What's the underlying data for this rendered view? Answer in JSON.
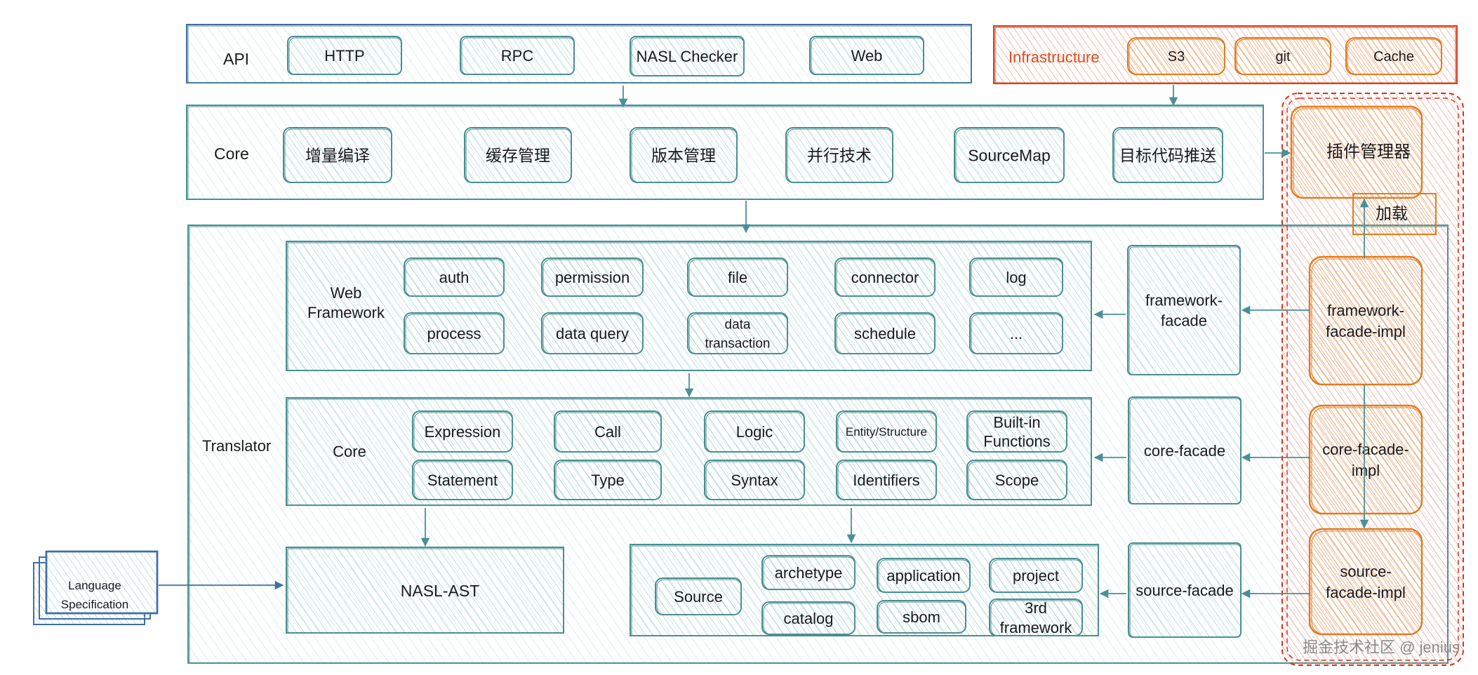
{
  "colors": {
    "teal": "#4a8f94",
    "blue": "#3f6fa6",
    "orange": "#e07b1f",
    "red": "#d9401c",
    "dashed_red": "#d9301c",
    "watermark": "#9a9a9a"
  },
  "api": {
    "label": "API",
    "items": [
      "HTTP",
      "RPC",
      "NASL Checker",
      "Web"
    ]
  },
  "infrastructure": {
    "label": "Infrastructure",
    "items": [
      "S3",
      "git",
      "Cache"
    ]
  },
  "core": {
    "label": "Core",
    "items": [
      "增量编译",
      "缓存管理",
      "版本管理",
      "并行技术",
      "SourceMap",
      "目标代码推送"
    ]
  },
  "plugin": {
    "manager": "插件管理器",
    "load": "加载",
    "impls": [
      [
        "framework-",
        "facade-impl"
      ],
      [
        "core-facade-",
        "impl"
      ],
      [
        "source-",
        "facade-impl"
      ]
    ]
  },
  "translator": {
    "label": "Translator",
    "web_framework": {
      "label": [
        "Web",
        "Framework"
      ],
      "row1": [
        "auth",
        "permission",
        "file",
        "connector",
        "log"
      ],
      "row2": [
        [
          "process"
        ],
        [
          "data query"
        ],
        [
          "data",
          "transaction"
        ],
        [
          "schedule"
        ],
        [
          "..."
        ]
      ]
    },
    "core": {
      "label": "Core",
      "row1": [
        [
          "Expression"
        ],
        [
          "Call"
        ],
        [
          "Logic"
        ],
        [
          "Entity/Structure"
        ],
        [
          "Built-in",
          "Functions"
        ]
      ],
      "row2": [
        "Statement",
        "Type",
        "Syntax",
        "Identifiers",
        "Scope"
      ]
    },
    "ast": "NASL-AST",
    "source": {
      "label": "Source",
      "items": [
        [
          "archetype"
        ],
        [
          "application"
        ],
        [
          "project"
        ],
        [
          "catalog"
        ],
        [
          "sbom"
        ],
        [
          "3rd",
          "framework"
        ]
      ]
    },
    "facades": [
      [
        "framework-",
        "facade"
      ],
      [
        "core-facade"
      ],
      [
        "source-facade"
      ]
    ]
  },
  "language_spec": [
    "Language",
    "Specification"
  ],
  "watermark": "掘金技术社区 @ jenius"
}
